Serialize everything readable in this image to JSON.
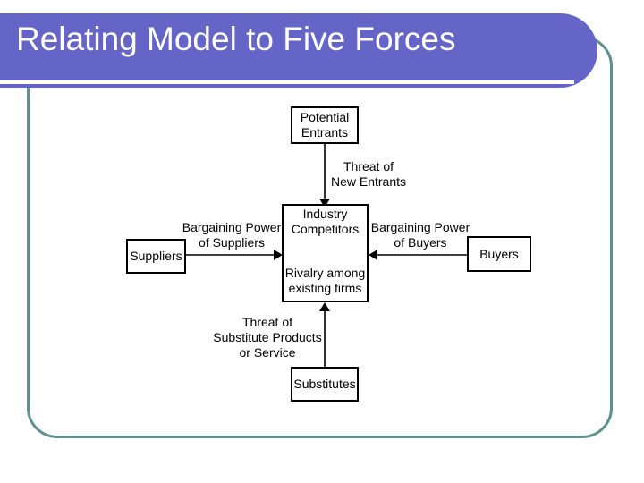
{
  "slide": {
    "title": "Relating Model to Five Forces",
    "banner_color": "#6565c8",
    "frame_color": "#5f8f8f",
    "background_color": "#ffffff"
  },
  "diagram": {
    "type": "five-forces",
    "nodes": [
      {
        "id": "potential-entrants",
        "lines": [
          "Potential",
          "Entrants"
        ],
        "position": "top"
      },
      {
        "id": "industry-competitors",
        "lines": [
          "Industry",
          "Competitors"
        ],
        "position": "center"
      },
      {
        "id": "rivalry",
        "lines": [
          "Rivalry among",
          "existing firms"
        ],
        "position": "center-lower"
      },
      {
        "id": "suppliers",
        "lines": [
          "Suppliers"
        ],
        "position": "left"
      },
      {
        "id": "buyers",
        "lines": [
          "Buyers"
        ],
        "position": "right"
      },
      {
        "id": "substitutes",
        "lines": [
          "Substitutes"
        ],
        "position": "bottom"
      }
    ],
    "edges": [
      {
        "id": "threat-new-entrants",
        "lines": [
          "Threat of",
          "New Entrants"
        ],
        "from": "potential-entrants",
        "to": "industry-competitors",
        "direction": "down"
      },
      {
        "id": "bargaining-power-suppliers",
        "lines": [
          "Bargaining Power",
          "of Suppliers"
        ],
        "from": "suppliers",
        "to": "industry-competitors",
        "direction": "right"
      },
      {
        "id": "bargaining-power-buyers",
        "lines": [
          "Bargaining Power",
          "of Buyers"
        ],
        "from": "buyers",
        "to": "industry-competitors",
        "direction": "left"
      },
      {
        "id": "threat-substitutes",
        "lines": [
          "Threat of",
          "Substitute Products",
          "or Service"
        ],
        "from": "substitutes",
        "to": "industry-competitors",
        "direction": "up"
      }
    ]
  }
}
